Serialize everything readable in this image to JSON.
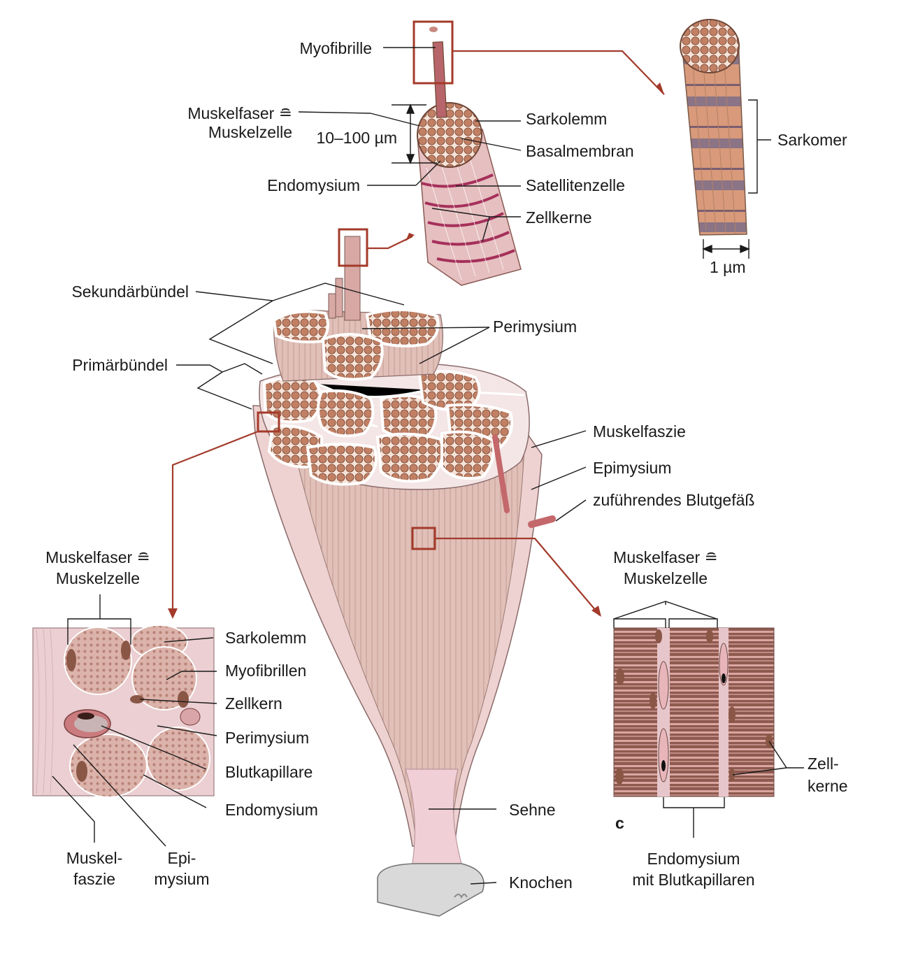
{
  "labels": {
    "myofibrille": "Myofibrille",
    "muskelfaser_top_1": "Muskelfaser ≘",
    "muskelfaser_top_2": "Muskelzelle",
    "diameter": "10–100 µm",
    "endomysium_top": "Endomysium",
    "sarkolemm_top": "Sarkolemm",
    "basalmembran": "Basalmembran",
    "satellitenzelle": "Satellitenzelle",
    "zellkerne_top": "Zellkerne",
    "sarkomer": "Sarkomer",
    "one_um": "1 µm",
    "sekundaerbuendel": "Sekundärbündel",
    "perimysium_top": "Perimysium",
    "primaerbuendel": "Primärbündel",
    "muskelfaszie_right": "Muskelfaszie",
    "epimysium_right": "Epimysium",
    "blutgefaess": "zuführendes Blutgefäß",
    "muskelfaser_left_1": "Muskelfaser ≘",
    "muskelfaser_left_2": "Muskelzelle",
    "sarkolemm_left": "Sarkolemm",
    "myofibrillen_left": "Myofibrillen",
    "zellkern_left": "Zellkern",
    "perimysium_left": "Perimysium",
    "blutkapillare_left": "Blutkapillare",
    "endomysium_left": "Endomysium",
    "muskelfaszie_bottom_1": "Muskel-",
    "muskelfaszie_bottom_2": "faszie",
    "epimysium_bottom_1": "Epi-",
    "epimysium_bottom_2": "mysium",
    "sehne": "Sehne",
    "knochen": "Knochen",
    "muskelfaser_right_1": "Muskelfaser ≘",
    "muskelfaser_right_2": "Muskelzelle",
    "zellkerne_right_1": "Zell-",
    "zellkerne_right_2": "kerne",
    "panel_c": "c",
    "endomysium_caps_1": "Endomysium",
    "endomysium_caps_2": "mit Blutkapillaren"
  },
  "colors": {
    "muscle_pink": "#e9c9c7",
    "muscle_dark": "#c79a92",
    "fiber_brown": "#b9765a",
    "nucleus": "#8a5646",
    "highlight_red": "#a33a2a",
    "bone": "#d9d9d9"
  }
}
